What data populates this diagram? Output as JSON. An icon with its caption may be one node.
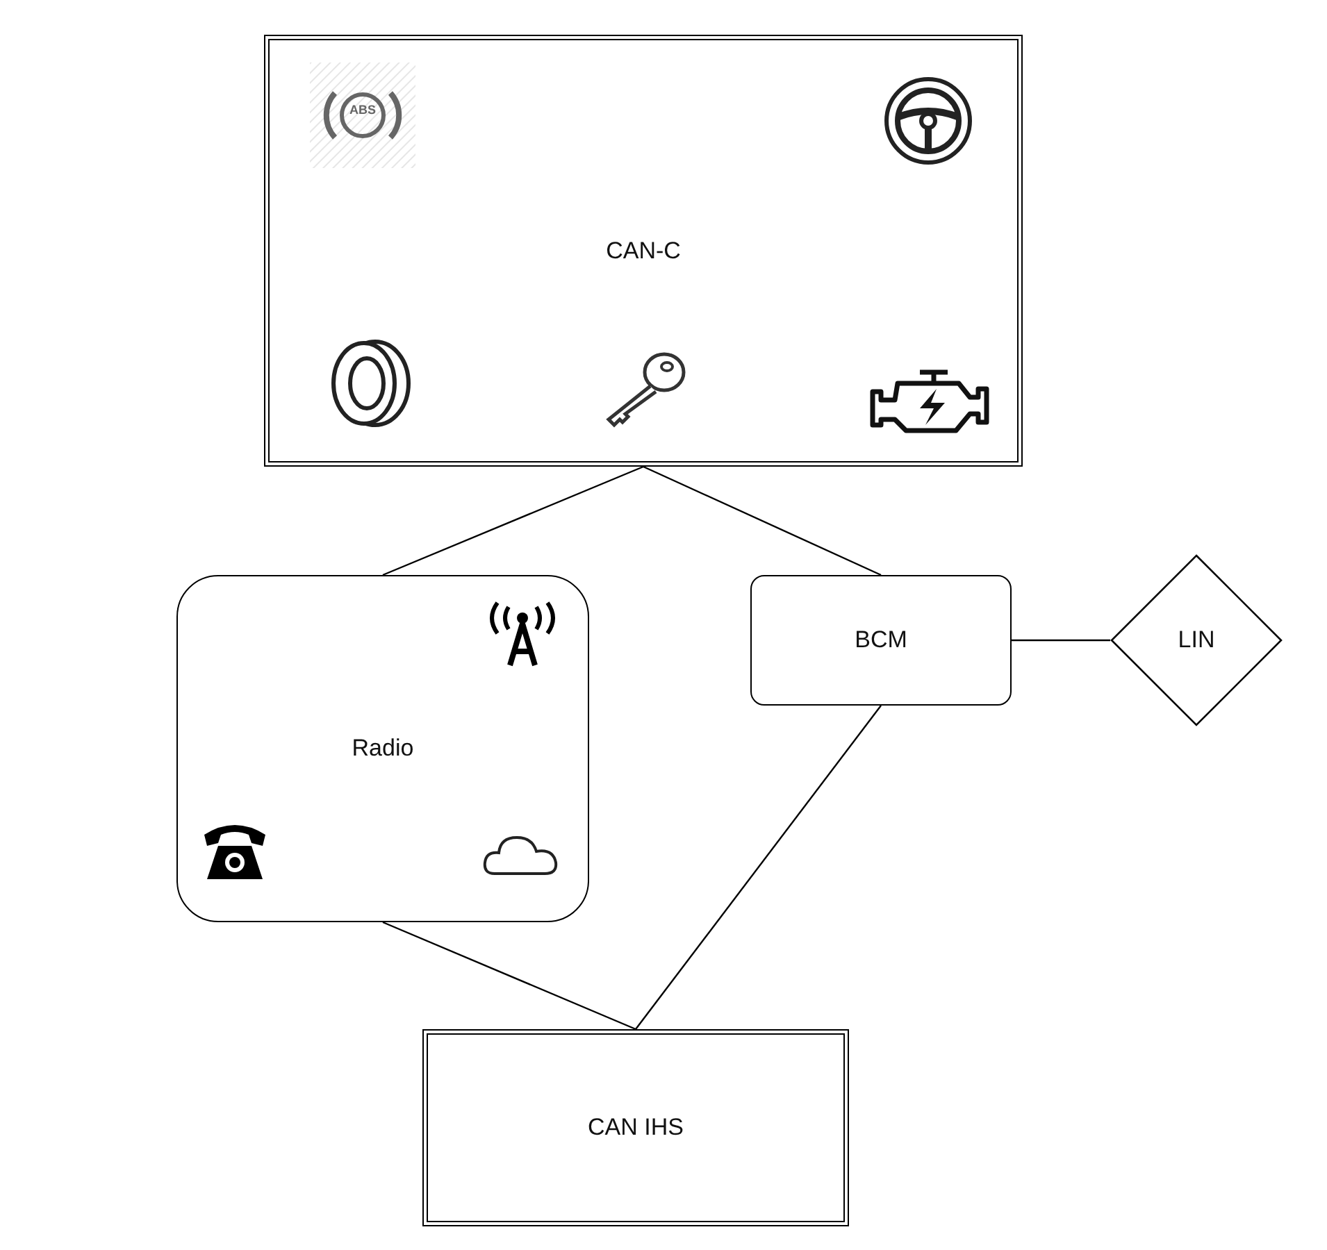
{
  "diagram": {
    "nodes": [
      {
        "text": [
          "CAN-C"
        ]
      },
      {
        "text": [
          "Radio"
        ]
      },
      {
        "text": [
          "BCM"
        ]
      },
      {
        "text": [
          "LIN"
        ]
      },
      {
        "text": [
          "CAN IHS"
        ]
      }
    ],
    "edges": [
      {
        "from": 0,
        "to": 1,
        "arrow": "none"
      },
      {
        "from": 0,
        "to": 2,
        "arrow": "none"
      },
      {
        "from": 2,
        "to": 3,
        "arrow": "none"
      },
      {
        "from": 1,
        "to": 4,
        "arrow": "none"
      },
      {
        "from": 2,
        "to": 4,
        "arrow": "none"
      }
    ],
    "labels": [
      "ABS"
    ]
  }
}
